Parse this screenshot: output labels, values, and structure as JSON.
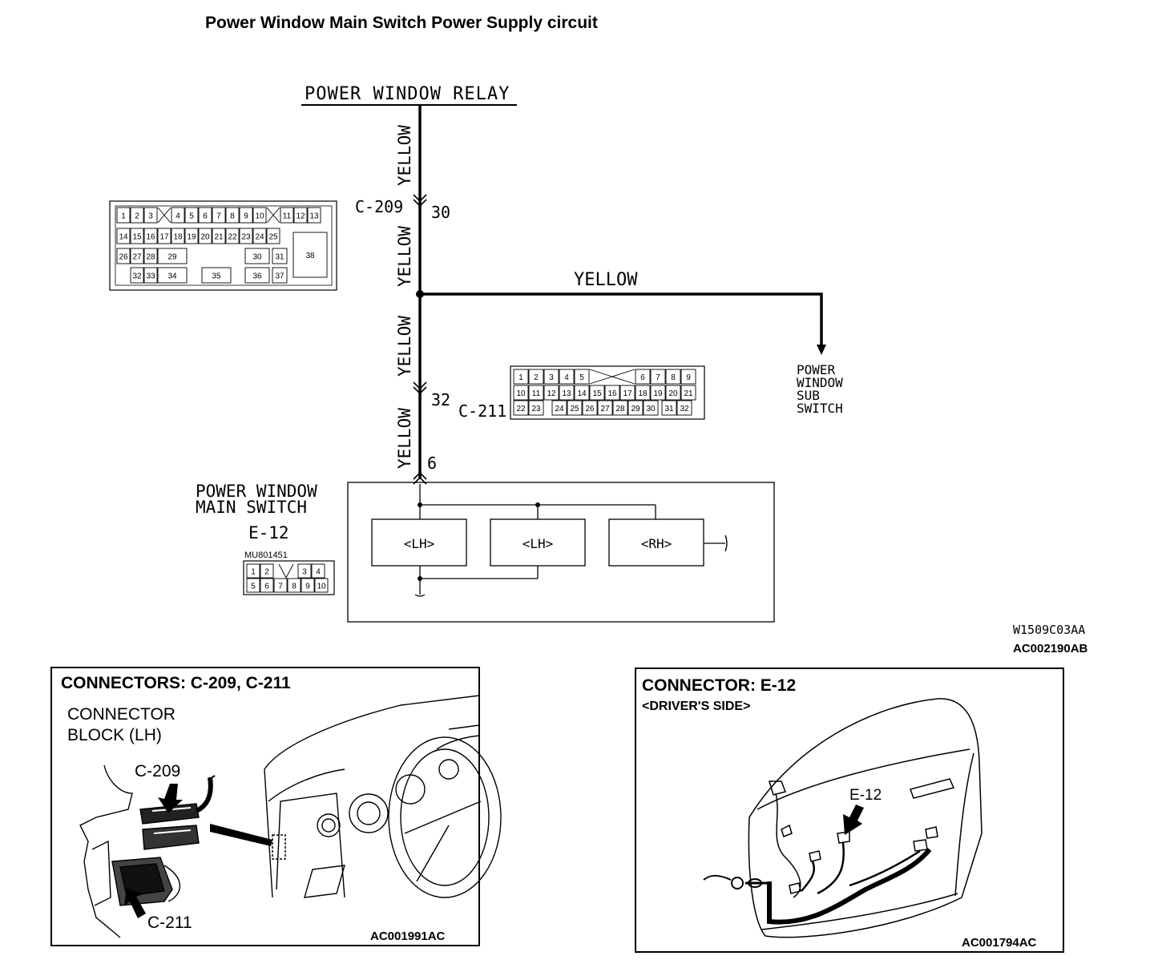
{
  "title": "Power Window Main Switch Power Supply circuit",
  "schematic": {
    "relay_label": "POWER WINDOW RELAY",
    "wire_color": "YELLOW",
    "connector_c209": {
      "name": "C-209",
      "pin": "30"
    },
    "connector_c211": {
      "name": "C-211",
      "pin": "32"
    },
    "main_switch_pin": "6",
    "main_switch_label_1": "POWER WINDOW",
    "main_switch_label_2": "MAIN SWITCH",
    "main_switch_connector": "E-12",
    "main_switch_part": "MU801451",
    "sub_switch_label": [
      "POWER",
      "WINDOW",
      "SUB",
      "SWITCH"
    ],
    "boxes": [
      "<LH>",
      "<LH>",
      "<RH>"
    ],
    "code_1": "W1509C03AA",
    "code_2": "AC002190AB",
    "c209_pins": {
      "row1": [
        "1",
        "2",
        "3",
        "4",
        "5",
        "6",
        "7",
        "8",
        "9",
        "10",
        "11",
        "12",
        "13"
      ],
      "row2": [
        "14",
        "15",
        "16",
        "17",
        "18",
        "19",
        "20",
        "21",
        "22",
        "23",
        "24",
        "25"
      ],
      "row3": [
        "26",
        "27",
        "28",
        "29",
        "30",
        "31",
        "38"
      ],
      "row4": [
        "32",
        "33",
        "34",
        "35",
        "36",
        "37"
      ]
    },
    "c211_pins": {
      "row1": [
        "1",
        "2",
        "3",
        "4",
        "5",
        "6",
        "7",
        "8",
        "9"
      ],
      "row2": [
        "10",
        "11",
        "12",
        "13",
        "14",
        "15",
        "16",
        "17",
        "18",
        "19",
        "20",
        "21"
      ],
      "row3": [
        "22",
        "23",
        "24",
        "25",
        "26",
        "27",
        "28",
        "29",
        "30",
        "31",
        "32"
      ]
    },
    "e12_pins": {
      "row1": [
        "1",
        "2",
        "3",
        "4"
      ],
      "row2": [
        "5",
        "6",
        "7",
        "8",
        "9",
        "10"
      ]
    }
  },
  "panel_left": {
    "heading": "CONNECTORS: C-209, C-211",
    "sub_1": "CONNECTOR",
    "sub_2": "BLOCK (LH)",
    "label_c209": "C-209",
    "label_c211": "C-211",
    "code": "AC001991AC"
  },
  "panel_right": {
    "heading": "CONNECTOR: E-12",
    "sub": "<DRIVER'S SIDE>",
    "label_e12": "E-12",
    "code": "AC001794AC"
  }
}
